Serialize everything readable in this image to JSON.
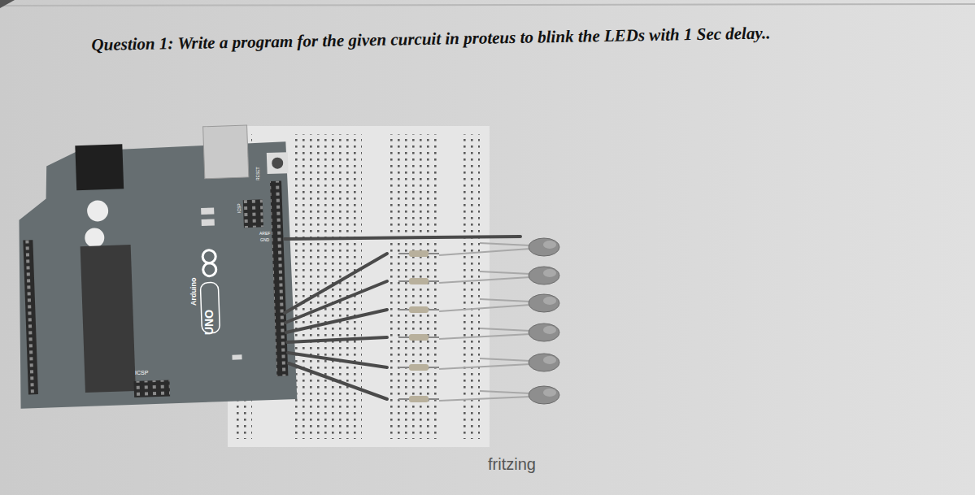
{
  "diagram": {
    "title": "Question 1: Write a program for the given curcuit in proteus to blink the LEDs with 1 Sec delay..",
    "labels": [
      "UNO",
      "Arduino",
      "ICSP",
      "ICSP",
      "AREF",
      "GND",
      "RESET",
      "fritzing"
    ]
  }
}
